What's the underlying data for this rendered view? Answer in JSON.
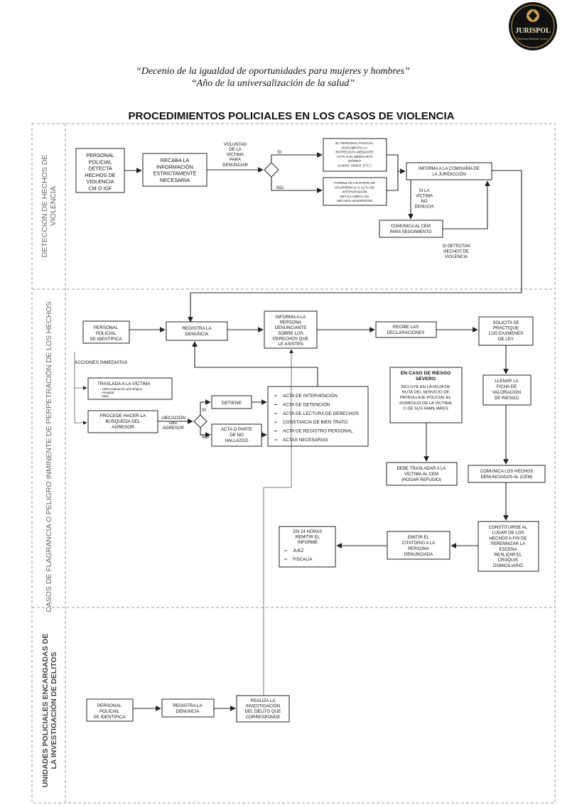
{
  "logo": {
    "text": "JURISPOL",
    "subtext": "\"Defensa Policial Activa\""
  },
  "header": {
    "line1": "“Decenio de la igualdad de oportunidades para mujeres y hombres”",
    "line2": "“Año de la universalización de la salud”"
  },
  "title": "PROCEDIMIENTOS POLICIALES EN LOS CASOS DE VIOLENCIA",
  "lanes": {
    "l1": [
      "DETECCION DE HECHOS DE",
      "VIOLENCIA"
    ],
    "l2": [
      "CASOS DE FLAGRANCIA O PELIGRO INMINENTE DE PERPETRACIÓN DE LOS HECHOS"
    ],
    "l3": [
      "UNIDADES POLICIALES ENCARGADAS DE",
      "LA INVESTIGACIÓN DE DELITOS"
    ]
  },
  "s1": {
    "personal": [
      "PERSONAL",
      "POLICIAL",
      "DETECTA",
      "HECHOS DE",
      "VIOLENCIA",
      "CM O IGF"
    ],
    "recaba": [
      "RECABA LA",
      "INFORMACIÓN",
      "ESTRICTAMENTE",
      "NECESARIA"
    ],
    "voluntad": [
      "VOLUNTAD",
      "DE LA",
      "VÍCTIMA",
      "PARA",
      "DENUNCIAR"
    ],
    "si": "SI",
    "no": "NO",
    "documenta": [
      "EL PERSONAL POLICIAL",
      "DOCUMENTA LA",
      "ENTREVISTA MEDIANTE",
      "ACTA O EL MEDIO MÁS",
      "IDÓNEO",
      "(AUDIO, VIDEO, ETC.)"
    ],
    "formular": [
      "FORMULAR UN PARTE DE",
      "OCURRENCIA O ACTA DE",
      "INTERVENCIÓN",
      "DETALLANDO LOS",
      "HECHOS ADVERTIDOS"
    ],
    "informa": [
      "INFORMA A LA COMISARIA DE",
      "LA JURIDICCIÓN"
    ],
    "no_denucia": [
      "SI LA",
      "VÍCTIMA",
      "NO",
      "DENUCIA"
    ],
    "comunica": [
      "COMUNICA AL CEM",
      "PARA SEGUIMIENTO"
    ],
    "detectan": [
      "SI DETECTAN",
      "HECHOS DE",
      "VIOLENCIA"
    ]
  },
  "s2": {
    "personal": [
      "PERSONAL",
      "POLICIAL",
      "SE IDENTIFICA"
    ],
    "registra": [
      "REGISTRA LA",
      "DENUNCIA"
    ],
    "informa": [
      "INFORMA A LA",
      "PERSONA",
      "DENUNCIANTE",
      "SOBRE LOS",
      "DERECHOS QUE",
      "LE ASISTEN"
    ],
    "recibe": [
      "RECIBE LAS",
      "DECLARACIONES"
    ],
    "solicita": [
      "SOLICITA SE",
      "PRACTIQUE",
      "LOS EXAMENES",
      "DE LEY"
    ],
    "acciones": "ACCIONES INMEDIATAS",
    "traslada": "TRASLADA A LA VÍCTIMA",
    "traslada_items": [
      "CEM evaluación psicológica",
      "Hospital",
      "SML"
    ],
    "procede": [
      "PROCEDE HACER LA",
      "BÚSQUEDA DEL",
      "AGRESOR"
    ],
    "ubicacion": [
      "UBICACIÓN",
      "DEL",
      "AGRESOR"
    ],
    "si": "SI",
    "no": "NO",
    "detiene": "DETIENE",
    "acta_parte": [
      "ACTA O PARTE",
      "DE NO",
      "HALLAZGO"
    ],
    "actas": [
      "ACTA DE INTERVENCIÓN",
      "ACTA DE DETENCIÓN",
      "ACTA DE LECTURA DE DERECHOS",
      "CONSTANCIA DE BIEN TRATO",
      "ACTA DE REGISTRO PERSONAL",
      "ACTAS NECESARIAS"
    ],
    "riesgo_title": [
      "EN CASO DE RIESGO",
      "SEVERO"
    ],
    "riesgo_body": [
      "INCLUYE EN LA HOJA DE",
      "RUTA DEL SERVICIO DE",
      "PATRULLAJE POLICIAL EL",
      "DOMICILIO DE LA VÍCTIMA",
      "O DE SUS FAMILIARES"
    ],
    "ficha": [
      "LLENAR LA",
      "FICHA DE",
      "VALORACIÓN",
      "DE RIESGO"
    ],
    "trasladar_cem": [
      "DEBE TRASLADAR A LA",
      "VÍCTIMA AL CEM",
      "(HOGAR REFUGIO)"
    ],
    "comunica": [
      "COMUNICA LOS HECHOS",
      "DENUNCIADOS AL (CEM)"
    ],
    "constituirse": [
      "CONSTITUIRSE AL",
      "LUGAR DE LOS",
      "HECHOS A FIN DE",
      "PERENNIZAR LA",
      "ESCENA",
      "REALIZAR EL",
      "CROQUIS",
      "DOMICILIARIO"
    ],
    "emitir": [
      "EMITIR EL",
      "CITATORIO A LA",
      "PERSONA",
      "DENUNCIADA"
    ],
    "remitir": [
      "EN 24 HORAS",
      "REMITIR EL",
      "INFORME"
    ],
    "remitir_items": [
      "JUEZ",
      "FISCALIA"
    ]
  },
  "s3": {
    "personal": [
      "PERSONAL",
      "POLICIAL",
      "SE IDENTIFICA"
    ],
    "registra": [
      "REGISTRA LA",
      "DENUNCIA"
    ],
    "realiza": [
      "REALIZA LA",
      "INVESTIGACIÓN",
      "DEL DELITO QUE",
      "CORRESPONDE"
    ]
  }
}
